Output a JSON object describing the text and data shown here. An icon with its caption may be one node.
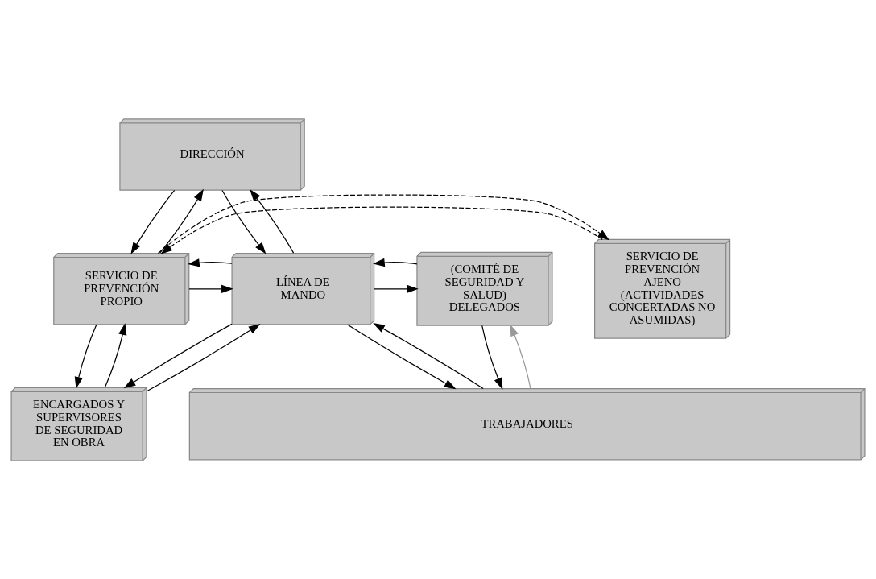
{
  "diagram": {
    "nodes": [
      {
        "text": [
          "DIRECCIÓN"
        ]
      },
      {
        "text": [
          "SERVICIO DE PREVENCIÓN AJENO (ACTIVIDADES CONCERTADAS NO ASUMIDAS)"
        ]
      },
      {
        "text": [
          "SERVICIO DE PREVENCIÓN PROPIO"
        ]
      },
      {
        "text": [
          "LÍNEA DE MANDO"
        ]
      },
      {
        "text": [
          "(COMITÉ DE SEGURIDAD Y SALUD) DELEGADOS"
        ]
      },
      {
        "text": [
          "ENCARGADOS Y SUPERVISORES DE SEGURIDAD EN OBRA"
        ]
      },
      {
        "text": [
          "TRABAJADORES"
        ]
      }
    ],
    "edges": [
      {
        "from": 0,
        "to": 2,
        "arrow": "to"
      },
      {
        "from": 2,
        "to": 0,
        "arrow": "to"
      },
      {
        "from": 0,
        "to": 3,
        "arrow": "to"
      },
      {
        "from": 3,
        "to": 0,
        "arrow": "to"
      },
      {
        "from": 1,
        "to": 2,
        "arrow": "to",
        "style": "dashed"
      },
      {
        "from": 2,
        "to": 1,
        "arrow": "to",
        "style": "dashed"
      },
      {
        "from": 2,
        "to": 3,
        "arrow": "to"
      },
      {
        "from": 3,
        "to": 2,
        "arrow": "to"
      },
      {
        "from": 3,
        "to": 4,
        "arrow": "to"
      },
      {
        "from": 4,
        "to": 3,
        "arrow": "to"
      },
      {
        "from": 2,
        "to": 5,
        "arrow": "to"
      },
      {
        "from": 5,
        "to": 2,
        "arrow": "to"
      },
      {
        "from": 5,
        "to": 3,
        "arrow": "to"
      },
      {
        "from": 3,
        "to": 5,
        "arrow": "to"
      },
      {
        "from": 3,
        "to": 6,
        "arrow": "to"
      },
      {
        "from": 6,
        "to": 3,
        "arrow": "to"
      },
      {
        "from": 4,
        "to": 6,
        "arrow": "to"
      },
      {
        "from": 6,
        "to": 4,
        "arrow": "to",
        "color": "#999999"
      }
    ]
  }
}
